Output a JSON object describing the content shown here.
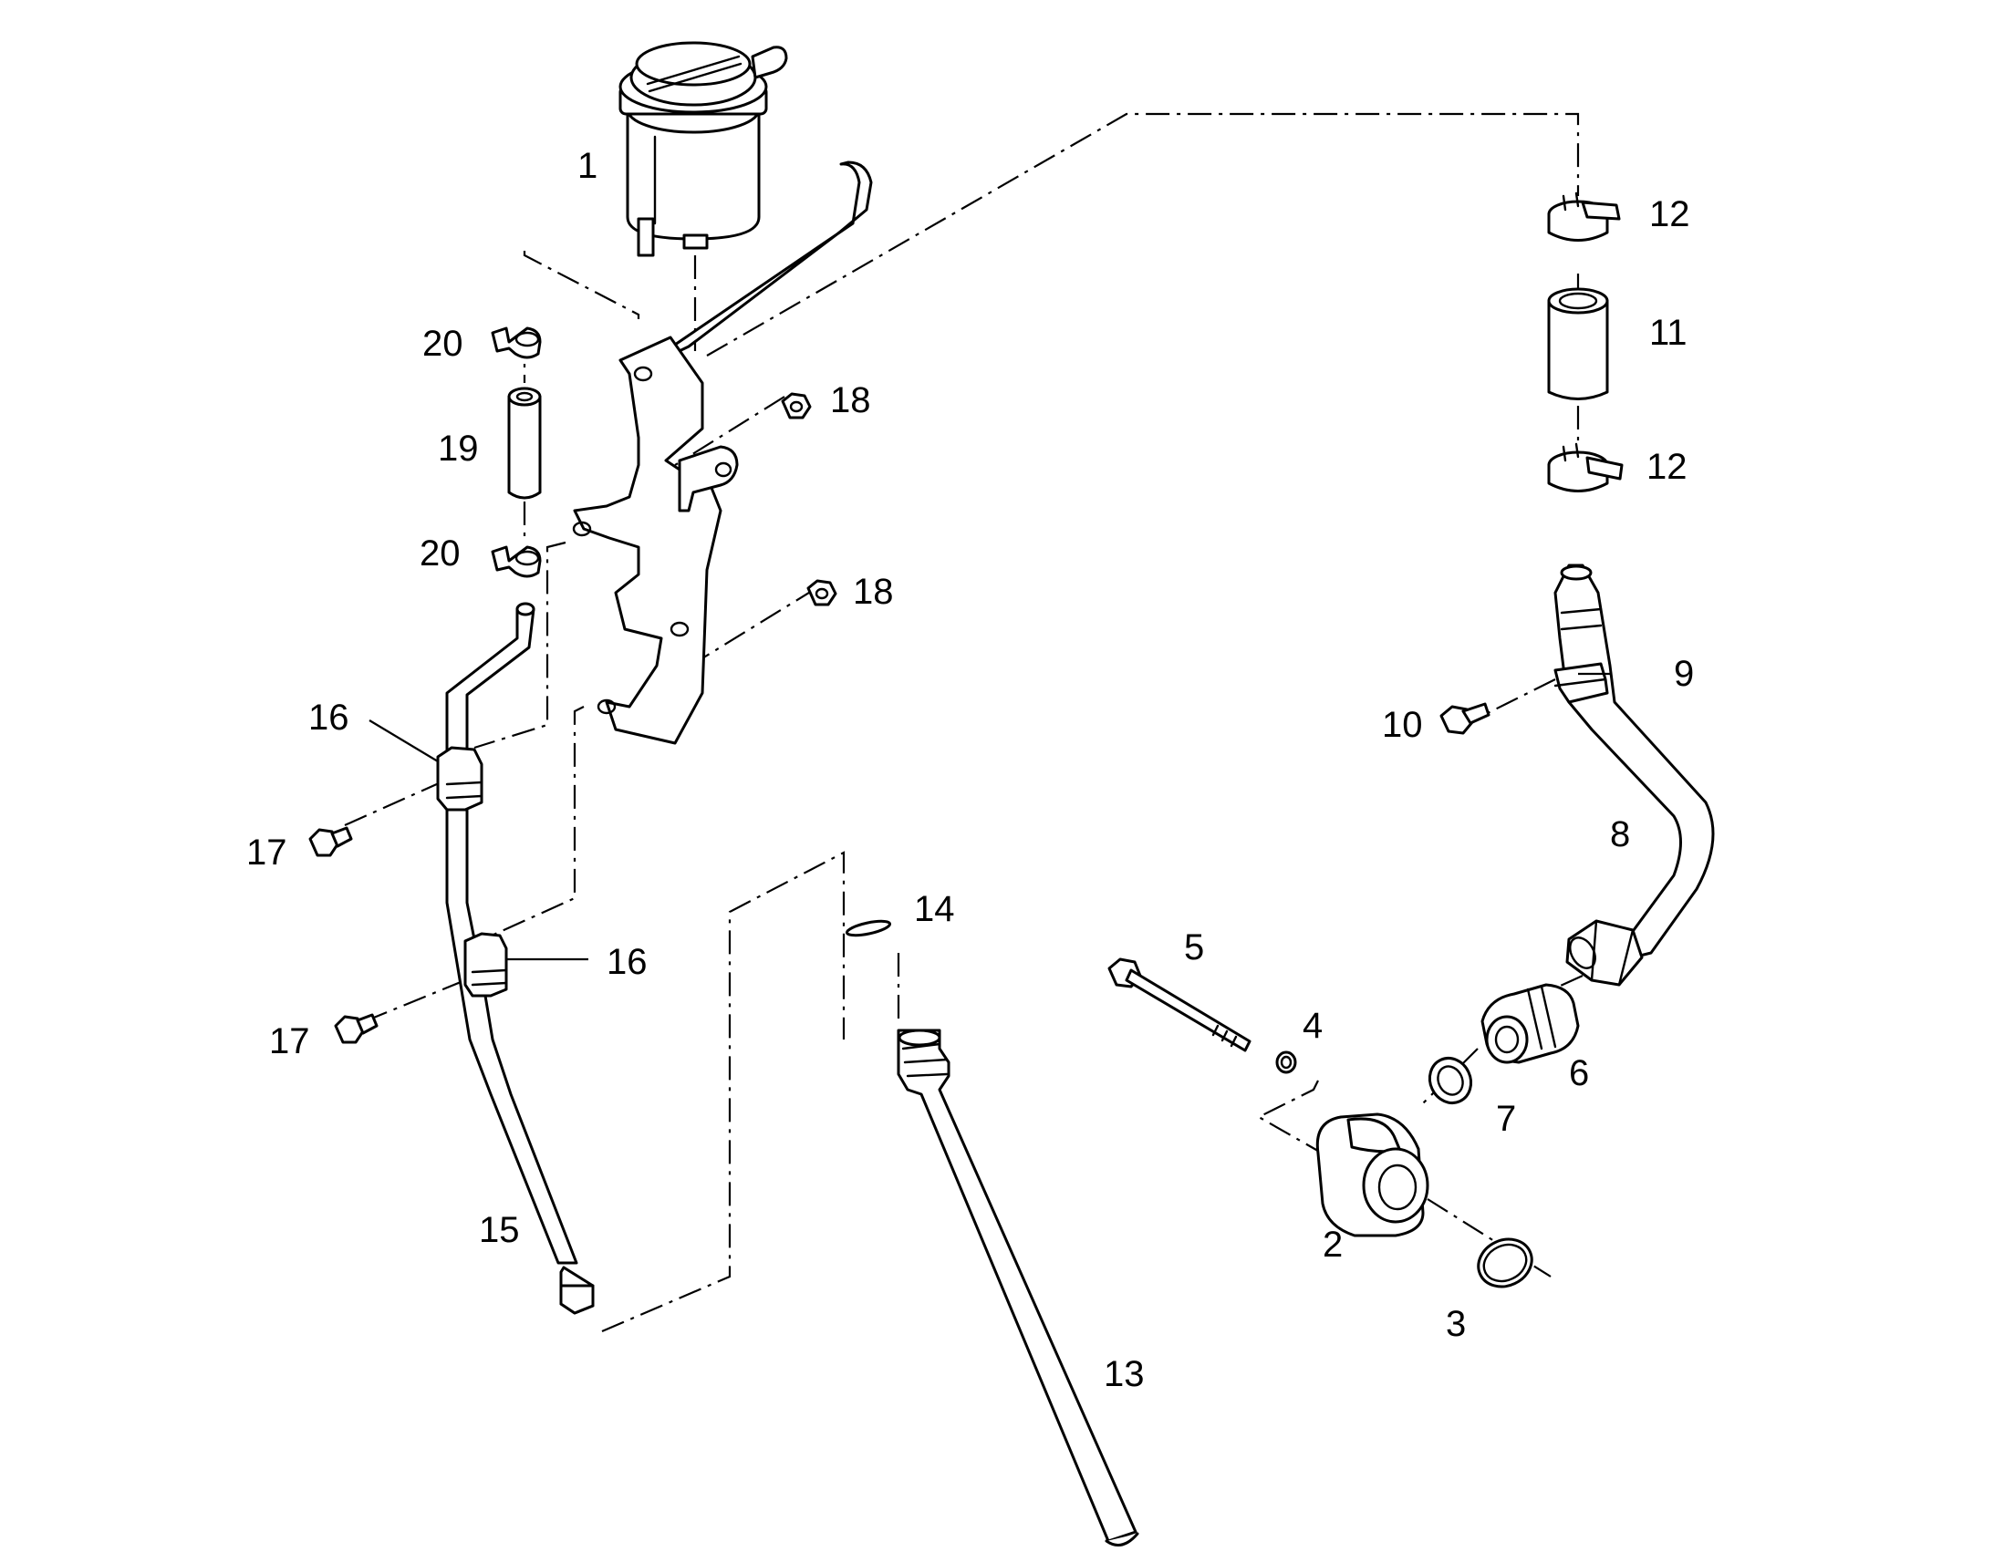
{
  "callouts": {
    "c1": "1",
    "c2": "2",
    "c3": "3",
    "c4": "4",
    "c5": "5",
    "c6": "6",
    "c7": "7",
    "c8": "8",
    "c9": "9",
    "c10": "10",
    "c11": "11",
    "c12a": "12",
    "c12b": "12",
    "c13": "13",
    "c14": "14",
    "c15": "15",
    "c16a": "16",
    "c16b": "16",
    "c17a": "17",
    "c17b": "17",
    "c18a": "18",
    "c18b": "18",
    "c19": "19",
    "c20a": "20",
    "c20b": "20"
  },
  "colors": {
    "line": "#000000",
    "background": "#ffffff"
  }
}
